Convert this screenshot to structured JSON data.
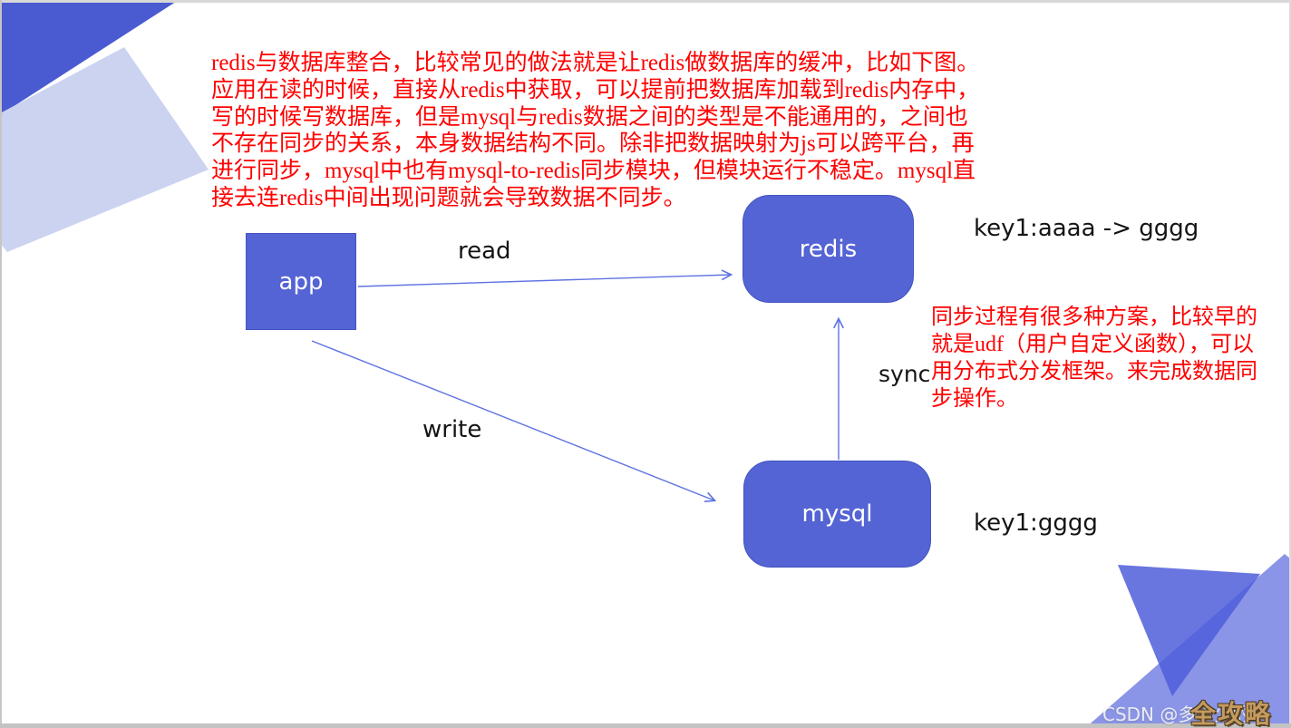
{
  "intro": {
    "lines": [
      "redis与数据库整合，比较常见的做法就是让redis做数据库的缓冲，比如下图。",
      "应用在读的时候，直接从redis中获取，可以提前把数据库加载到redis内存中，",
      "写的时候写数据库，但是mysql与redis数据之间的类型是不能通用的，之间也",
      "不存在同步的关系，本身数据结构不同。除非把数据映射为js可以跨平台，再",
      "进行同步，mysql中也有mysql-to-redis同步模块，但模块运行不稳定。mysql直",
      "接去连redis中间出现问题就会导致数据不同步。"
    ]
  },
  "side_note": {
    "lines": [
      "同步过程有很多种方案，比较早的",
      "就是udf（用户自定义函数），可以",
      "用分布式分发框架。来完成数据同",
      "步操作。"
    ]
  },
  "nodes": {
    "app": {
      "label": "app"
    },
    "redis": {
      "label": "redis"
    },
    "mysql": {
      "label": "mysql"
    }
  },
  "edges": {
    "read": {
      "label": "read",
      "from": "app",
      "to": "redis"
    },
    "write": {
      "label": "write",
      "from": "app",
      "to": "mysql"
    },
    "sync": {
      "label": "sync",
      "from": "mysql",
      "to": "redis"
    }
  },
  "annotations": {
    "redis_value": "key1:aaaa -> gggg",
    "mysql_value": "key1:gggg"
  },
  "watermark": {
    "author": "CSDN @多于少的",
    "badge": "全攻略"
  },
  "colors": {
    "node_fill": "#5564d4",
    "node_border": "#4353c0",
    "arrow": "#5f72e2",
    "note_red": "#ff0000",
    "deco_top_dark": "#4a5ad0",
    "deco_top_light": "#ccd3f1",
    "deco_bottom_light": "#8a95e7",
    "deco_bottom_dark": "#4f5eda",
    "watermark_gold": "#c49a5e",
    "frame_gray": "#c6c6c6"
  }
}
